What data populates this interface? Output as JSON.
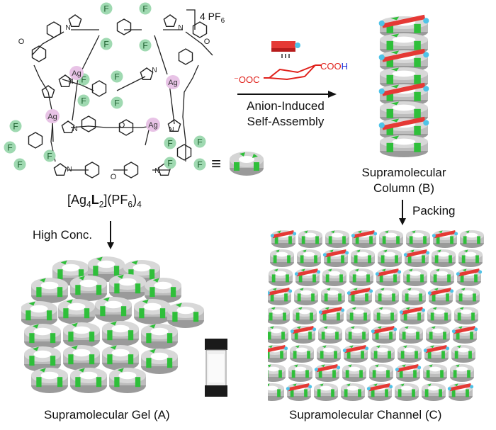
{
  "counter_ion": "4 PF",
  "counter_ion_sub": "6",
  "atom_labels": {
    "silver": "Ag",
    "fluorine": "F",
    "oxygen": "O",
    "nitrogen": "N"
  },
  "formula": {
    "prefix": "[Ag",
    "ag_sub": "4",
    "ligand": "L",
    "l_sub": "2",
    "mid": "](PF",
    "pf_sub": "6",
    "end": ")",
    "count": "4"
  },
  "equiv_symbol": "≡",
  "anion": {
    "left_group": "⁻OOC",
    "right_group": "COO",
    "right_h": "H"
  },
  "arrow_top_labels": [
    "Anion-Induced",
    "Self-Assembly"
  ],
  "column_label": [
    "Supramolecular",
    "Column (B)"
  ],
  "packing_label": "Packing",
  "high_conc_label": "High Conc.",
  "gel_label": "Supramolecular Gel (A)",
  "channel_label": "Supramolecular Channel (C)",
  "colors": {
    "ring_gray": "#c9c9c9",
    "ring_dark": "#9a9a9a",
    "ring_green": "#2fbf3a",
    "anion_red": "#e53935",
    "anion_bead": "#4fc3e8",
    "fluorine_fill": "#9fd9b1",
    "silver_fill": "#e8c3e6",
    "cooh_red": "#e0211b",
    "h_blue": "#1b2fd8"
  }
}
